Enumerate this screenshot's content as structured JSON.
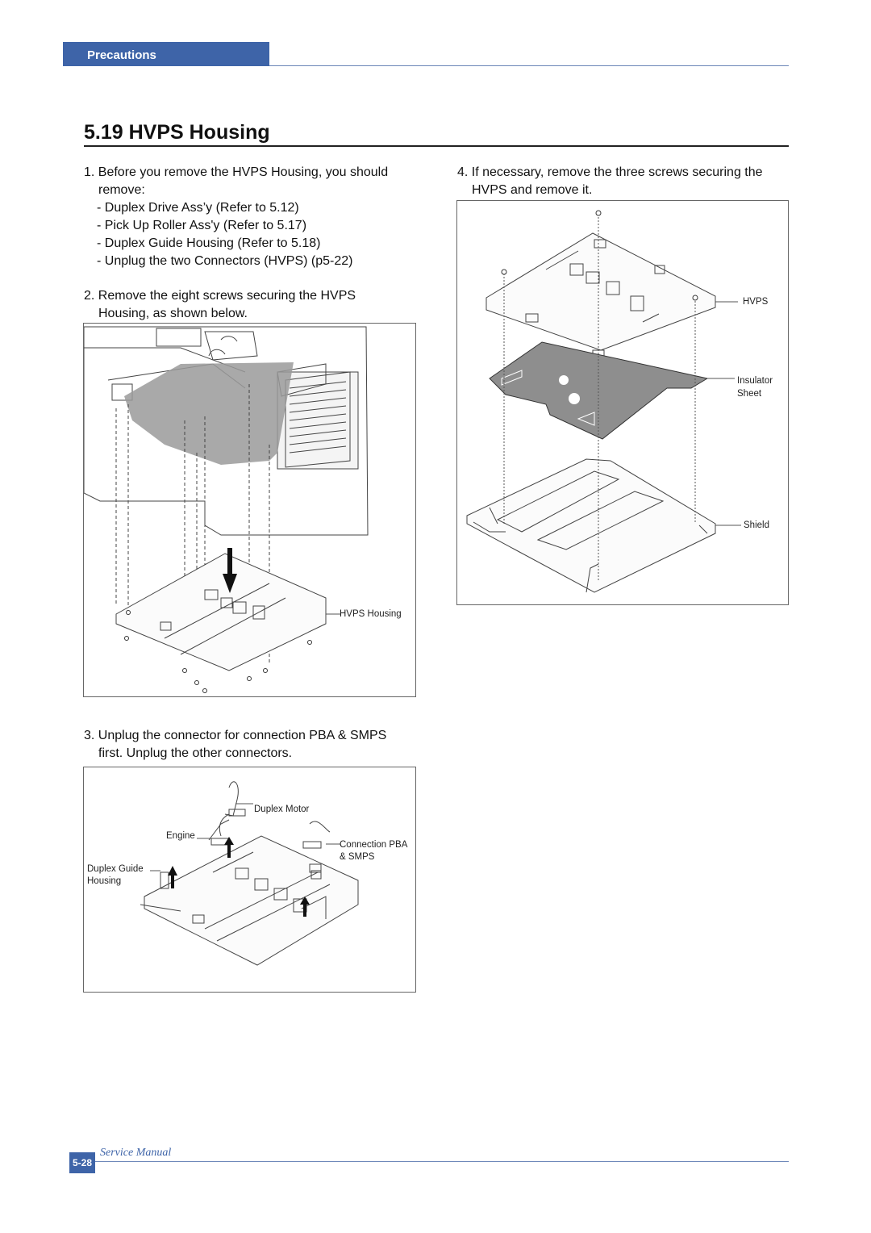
{
  "header": {
    "section_tab": "Precautions"
  },
  "title": "5.19 HVPS Housing",
  "steps": {
    "step1": {
      "line1": "1. Before you remove the HVPS Housing, you should",
      "line2": "remove:",
      "items": [
        "- Duplex Drive Ass’y (Refer to 5.12)",
        "- Pick Up Roller Ass'y (Refer to 5.17)",
        "- Duplex Guide Housing (Refer to 5.18)",
        "- Unplug the two Connectors (HVPS) (p5-22)"
      ]
    },
    "step2": {
      "line1": "2. Remove the eight screws securing the HVPS",
      "line2": "Housing, as shown below."
    },
    "step3": {
      "line1": "3. Unplug the connector for connection PBA & SMPS",
      "line2": "first. Unplug the other connectors."
    },
    "step4": {
      "line1": "4. If necessary, remove the three screws securing the",
      "line2": "HVPS and remove it."
    }
  },
  "figures": {
    "fig1": {
      "label_hvps_housing": "HVPS Housing"
    },
    "fig2": {
      "label_duplex_motor": "Duplex Motor",
      "label_engine": "Engine",
      "label_connection_1": "Connection PBA",
      "label_connection_2": "& SMPS",
      "label_duplex_guide_1": "Duplex Guide",
      "label_duplex_guide_2": "Housing"
    },
    "fig3": {
      "label_hvps": "HVPS",
      "label_insulator_1": "Insulator",
      "label_insulator_2": "Sheet",
      "label_shield": "Shield"
    }
  },
  "footer": {
    "page_number": "5-28",
    "manual_name": "Service Manual"
  }
}
